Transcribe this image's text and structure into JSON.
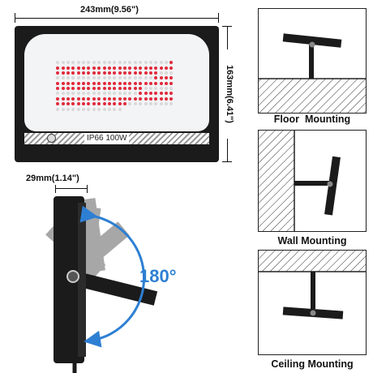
{
  "dimensions": {
    "width_label": "243mm(9.56\")",
    "height_label": "163mm(6.41\")",
    "depth_label": "29mm(1.14\")"
  },
  "light": {
    "rating_ip": "IP66",
    "rating_power": "100W"
  },
  "rotation": {
    "angle_label": "180°"
  },
  "mounting": [
    {
      "label": "Floor  Mounting"
    },
    {
      "label": "Wall Mounting"
    },
    {
      "label": "Ceiling Mounting"
    }
  ],
  "colors": {
    "accent_blue": "#2d7fd3",
    "led_red": "#e02a3a",
    "led_white": "#d9d9d9",
    "housing": "#1b1b1b"
  }
}
